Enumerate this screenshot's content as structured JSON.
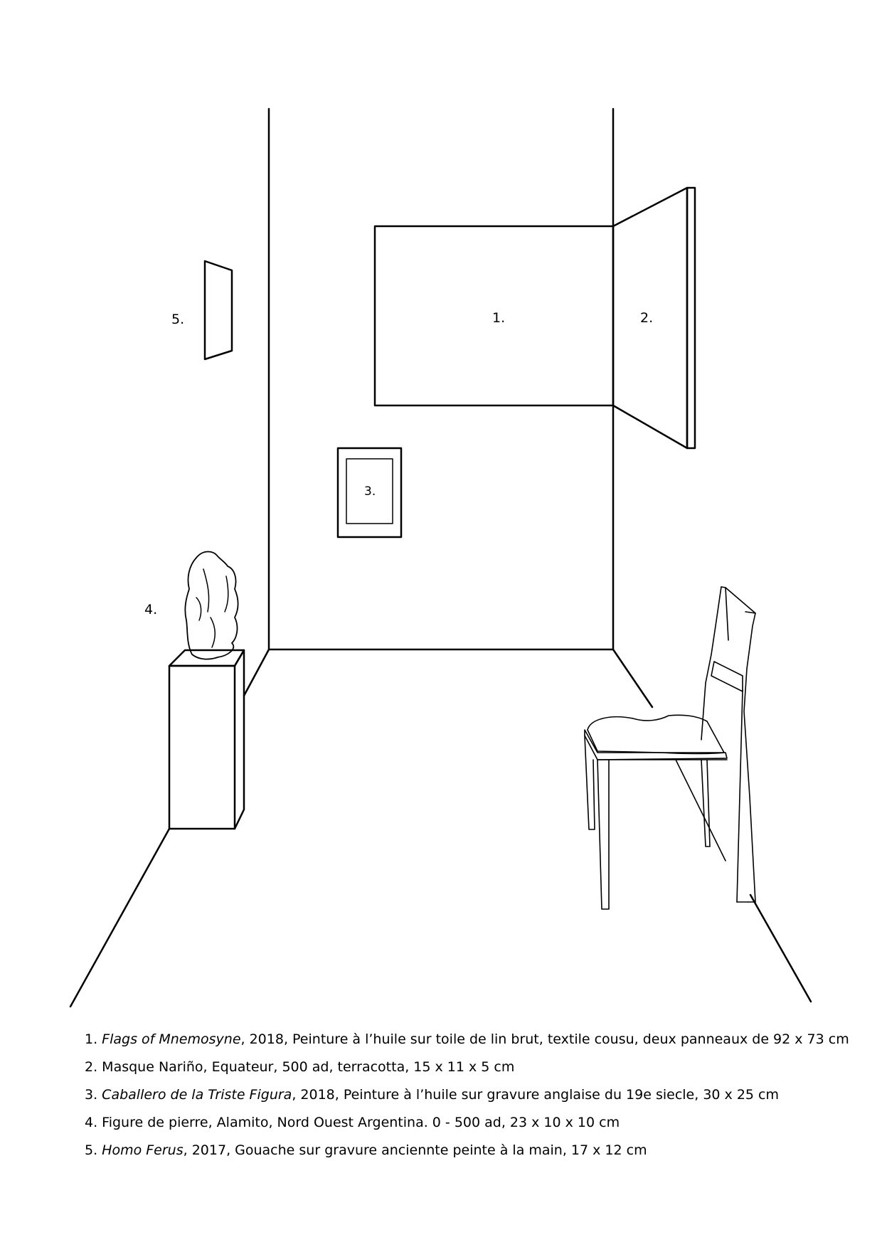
{
  "markers": [
    {
      "id": "1",
      "text": "1."
    },
    {
      "id": "2",
      "text": "2."
    },
    {
      "id": "3",
      "text": "3."
    },
    {
      "id": "4",
      "text": "4."
    },
    {
      "id": "5",
      "text": "5."
    }
  ],
  "legend": [
    {
      "num": "1. ",
      "title": "Flags of Mnemosyne",
      "rest": ", 2018, Peinture à l’huile sur toile de lin brut, textile cousu, deux panneaux de 92 x 73 cm"
    },
    {
      "num": "2. ",
      "title": "",
      "rest": "Masque Nariño, Equateur, 500 ad, terracotta, 15 x 11 x 5 cm"
    },
    {
      "num": "3. ",
      "title": "Caballero de la Triste Figura",
      "rest": ", 2018, Peinture à l’huile sur gravure anglaise du 19e siecle, 30 x 25 cm"
    },
    {
      "num": "4. ",
      "title": "",
      "rest": "Figure de pierre, Alamito, Nord Ouest Argentina. 0 - 500 ad, 23 x 10 x 10 cm"
    },
    {
      "num": "5. ",
      "title": "Homo Ferus",
      "rest": ", 2017, Gouache sur gravure ancienntе peinte à la main, 17 x 12 cm"
    }
  ]
}
